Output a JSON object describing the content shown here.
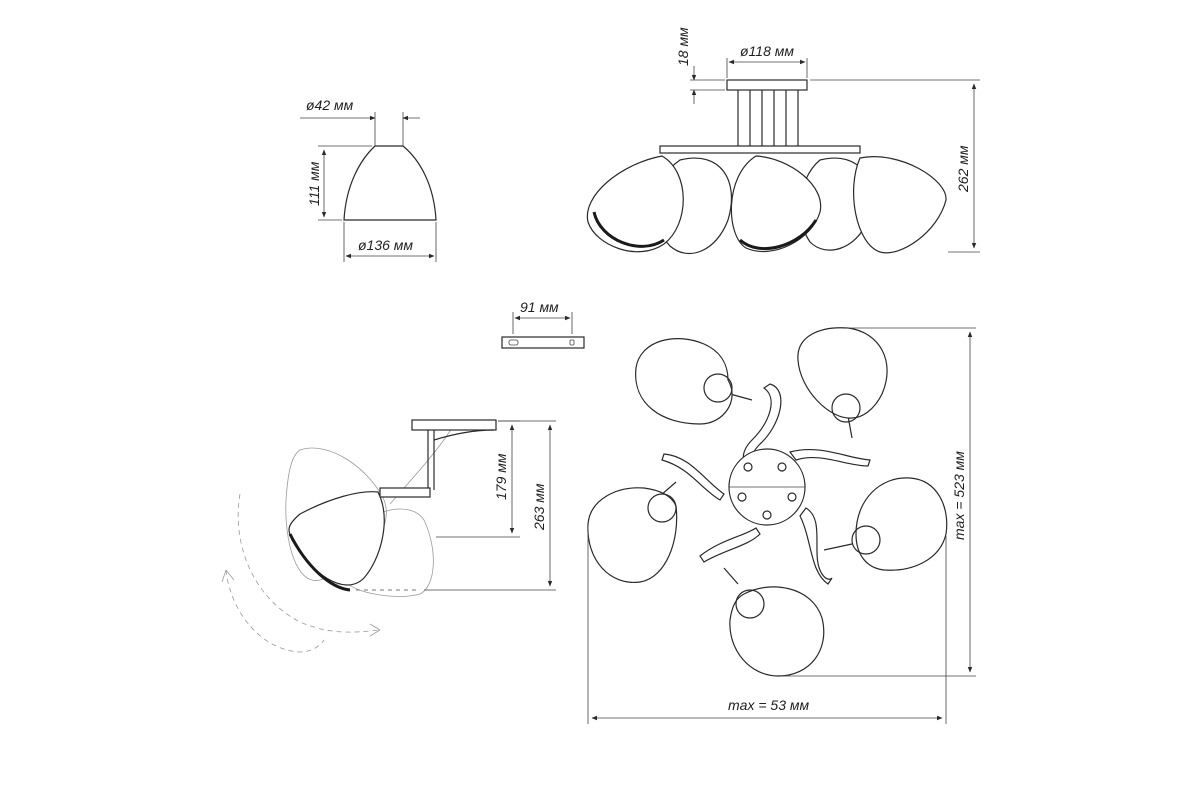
{
  "labels": {
    "shade_top_diameter": "ø42 мм",
    "shade_height": "111 мм",
    "shade_bottom_diameter": "ø136 мм",
    "base_height": "18 мм",
    "base_diameter": "ø118 мм",
    "side_total_height": "262 мм",
    "bracket_length": "91 мм",
    "arm_height": "179 мм",
    "arm_total_height": "263 мм",
    "top_max_height": "max = 523 мм",
    "top_max_width": "max = 53 мм"
  },
  "colors": {
    "line": "#2a2a2a",
    "ghost": "#9a9a9a",
    "background": "#ffffff"
  },
  "icons": {
    "rotation_arrow": "curved-double-arrow"
  }
}
